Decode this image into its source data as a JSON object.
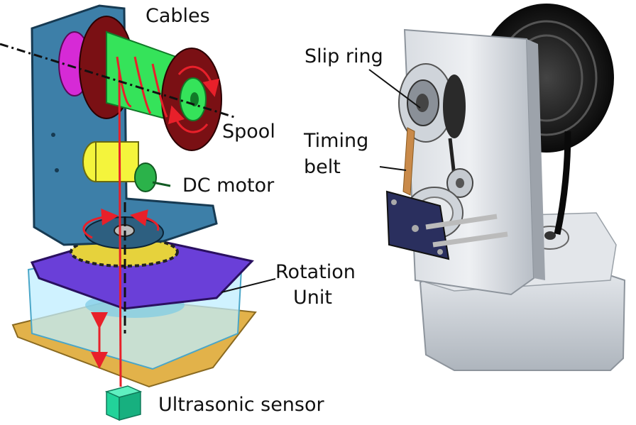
{
  "labels": {
    "cables": "Cables",
    "spool": "Spool",
    "dc_motor": "DC motor",
    "rotation_unit_line1": "Rotation",
    "rotation_unit_line2": "Unit",
    "ultrasonic_sensor": "Ultrasonic sensor",
    "slip_ring": "Slip ring",
    "timing_belt_line1": "Timing",
    "timing_belt_line2": "belt"
  },
  "colors": {
    "bracket": "#3d7fa8",
    "spool_flange": "#7a1014",
    "spool_drum": "#35e35a",
    "slip_ring_part": "#d62ad6",
    "motor": "#f4f43c",
    "platform": "#6a3fd8",
    "gear": "#e6d23c",
    "housing": "#bfeeff",
    "base_plate": "#e2b24a",
    "sensor": "#22d39a",
    "arrow": "#e8202a"
  },
  "icons": {
    "cable_arrow": "red-arrow-icon",
    "rotation_arrow": "red-curved-arrow-icon",
    "vertical_arrow": "double-headed-arrow-icon",
    "sensor_block": "cube-icon"
  }
}
